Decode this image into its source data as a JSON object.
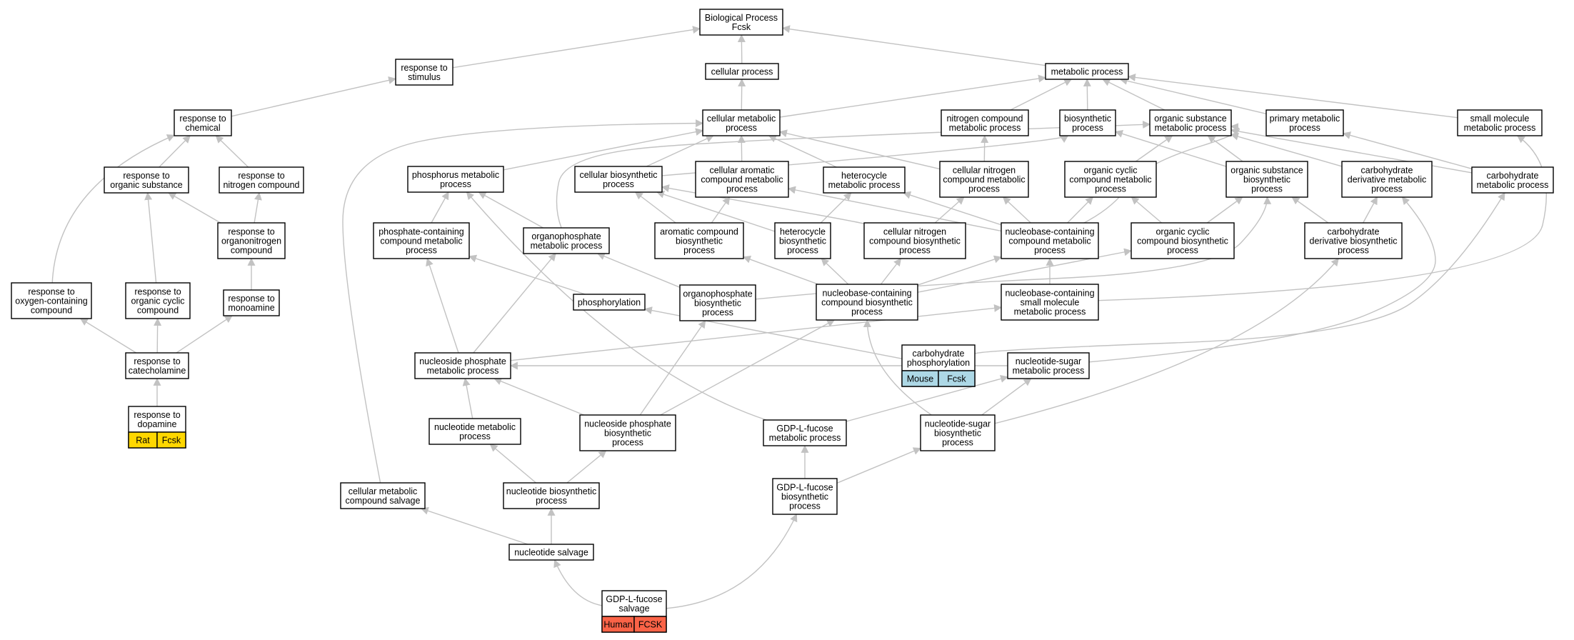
{
  "nodes": {
    "biological_process": [
      "Biological Process",
      "Fcsk"
    ],
    "cellular_process": [
      "cellular process"
    ],
    "metabolic_process": [
      "metabolic process"
    ],
    "response_to_stimulus": [
      "response to",
      "stimulus"
    ],
    "response_to_chemical": [
      "response to",
      "chemical"
    ],
    "response_to_organic_substance": [
      "response to",
      "organic substance"
    ],
    "response_to_nitrogen_compound": [
      "response to",
      "nitrogen compound"
    ],
    "response_to_organonitrogen_compound": [
      "response to",
      "organonitrogen",
      "compound"
    ],
    "response_to_oxygen_containing_compound": [
      "response to",
      "oxygen-containing",
      "compound"
    ],
    "response_to_organic_cyclic_compound": [
      "response to",
      "organic cyclic",
      "compound"
    ],
    "response_to_monoamine": [
      "response to",
      "monoamine"
    ],
    "response_to_catecholamine": [
      "response to",
      "catecholamine"
    ],
    "response_to_dopamine": [
      "response to",
      "dopamine"
    ],
    "cellular_metabolic_process": [
      "cellular metabolic",
      "process"
    ],
    "nitrogen_compound_metabolic_process": [
      "nitrogen compound",
      "metabolic process"
    ],
    "biosynthetic_process": [
      "biosynthetic",
      "process"
    ],
    "organic_substance_metabolic_process": [
      "organic substance",
      "metabolic process"
    ],
    "primary_metabolic_process": [
      "primary metabolic",
      "process"
    ],
    "small_molecule_metabolic_process": [
      "small molecule",
      "metabolic process"
    ],
    "phosphorus_metabolic_process": [
      "phosphorus metabolic",
      "process"
    ],
    "cellular_biosynthetic_process": [
      "cellular biosynthetic",
      "process"
    ],
    "cellular_aromatic_compound_metabolic_process": [
      "cellular aromatic",
      "compound metabolic",
      "process"
    ],
    "heterocycle_metabolic_process": [
      "heterocycle",
      "metabolic process"
    ],
    "cellular_nitrogen_compound_metabolic_process": [
      "cellular nitrogen",
      "compound metabolic",
      "process"
    ],
    "organic_cyclic_compound_metabolic_process": [
      "organic cyclic",
      "compound metabolic",
      "process"
    ],
    "organic_substance_biosynthetic_process": [
      "organic substance",
      "biosynthetic",
      "process"
    ],
    "carbohydrate_derivative_metabolic_process": [
      "carbohydrate",
      "derivative metabolic",
      "process"
    ],
    "carbohydrate_metabolic_process": [
      "carbohydrate",
      "metabolic process"
    ],
    "phosphate_containing_compound_metabolic_process": [
      "phosphate-containing",
      "compound metabolic",
      "process"
    ],
    "organophosphate_metabolic_process": [
      "organophosphate",
      "metabolic process"
    ],
    "aromatic_compound_biosynthetic_process": [
      "aromatic compound",
      "biosynthetic",
      "process"
    ],
    "heterocycle_biosynthetic_process": [
      "heterocycle",
      "biosynthetic",
      "process"
    ],
    "cellular_nitrogen_compound_biosynthetic_process": [
      "cellular nitrogen",
      "compound biosynthetic",
      "process"
    ],
    "nucleobase_containing_compound_metabolic_process": [
      "nucleobase-containing",
      "compound metabolic",
      "process"
    ],
    "organic_cyclic_compound_biosynthetic_process": [
      "organic cyclic",
      "compound biosynthetic",
      "process"
    ],
    "carbohydrate_derivative_biosynthetic_process": [
      "carbohydrate",
      "derivative biosynthetic",
      "process"
    ],
    "phosphorylation": [
      "phosphorylation"
    ],
    "organophosphate_biosynthetic_process": [
      "organophosphate",
      "biosynthetic",
      "process"
    ],
    "nucleobase_containing_compound_biosynthetic_process": [
      "nucleobase-containing",
      "compound biosynthetic",
      "process"
    ],
    "nucleobase_containing_small_molecule_metabolic_process": [
      "nucleobase-containing",
      "small molecule",
      "metabolic process"
    ],
    "nucleoside_phosphate_metabolic_process": [
      "nucleoside phosphate",
      "metabolic process"
    ],
    "carbohydrate_phosphorylation": [
      "carbohydrate",
      "phosphorylation"
    ],
    "nucleotide_sugar_metabolic_process": [
      "nucleotide-sugar",
      "metabolic process"
    ],
    "nucleotide_metabolic_process": [
      "nucleotide metabolic",
      "process"
    ],
    "nucleoside_phosphate_biosynthetic_process": [
      "nucleoside phosphate",
      "biosynthetic",
      "process"
    ],
    "gdp_l_fucose_metabolic_process": [
      "GDP-L-fucose",
      "metabolic process"
    ],
    "nucleotide_sugar_biosynthetic_process": [
      "nucleotide-sugar",
      "biosynthetic",
      "process"
    ],
    "cellular_metabolic_compound_salvage": [
      "cellular metabolic",
      "compound salvage"
    ],
    "nucleotide_biosynthetic_process": [
      "nucleotide biosynthetic",
      "process"
    ],
    "gdp_l_fucose_biosynthetic_process": [
      "GDP-L-fucose",
      "biosynthetic",
      "process"
    ],
    "nucleotide_salvage": [
      "nucleotide salvage"
    ],
    "gdp_l_fucose_salvage": [
      "GDP-L-fucose",
      "salvage"
    ]
  },
  "tags": {
    "rat": {
      "species": "Rat",
      "gene": "Fcsk",
      "color": "#ffd700"
    },
    "mouse": {
      "species": "Mouse",
      "gene": "Fcsk",
      "color": "#add8e6"
    },
    "human": {
      "species": "Human",
      "gene": "FCSK",
      "color": "#fa6347"
    }
  },
  "colors": {
    "edge": "#c2c2c2",
    "node_border": "#000000",
    "node_fill": "#ffffff"
  }
}
